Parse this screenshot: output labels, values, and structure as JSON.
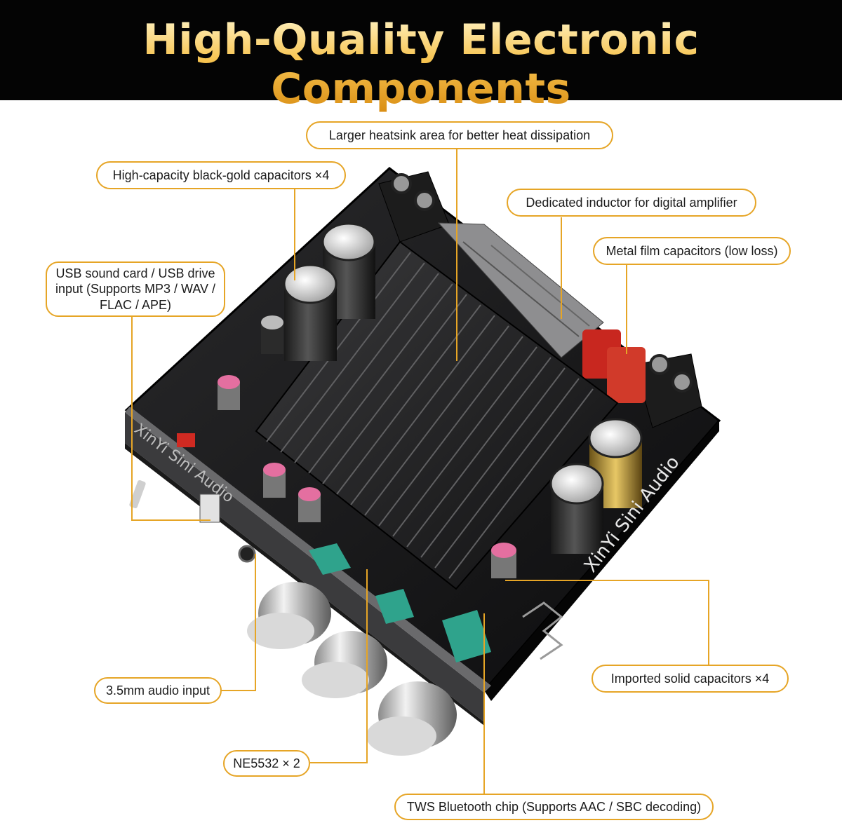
{
  "header": {
    "title": "High-Quality Electronic Components"
  },
  "product": {
    "brand_text": "XinYi Sini Audio"
  },
  "callouts": {
    "heatsink": "Larger heatsink area for better heat dissipation",
    "capacitors_black_gold": "High-capacity black-gold capacitors ×4",
    "inductor": "Dedicated inductor for digital amplifier",
    "metal_film": "Metal film capacitors (low loss)",
    "usb": "USB sound card / USB drive input (Supports MP3 / WAV / FLAC / APE)",
    "solid_caps": "Imported solid capacitors ×4",
    "audio_input": "3.5mm audio input",
    "opamp": "NE5532 × 2",
    "bluetooth": "TWS Bluetooth chip (Supports AAC / SBC decoding)"
  },
  "colors": {
    "accent": "#e6a526",
    "banner": "#040404",
    "title_gold": "#f4b93a"
  }
}
